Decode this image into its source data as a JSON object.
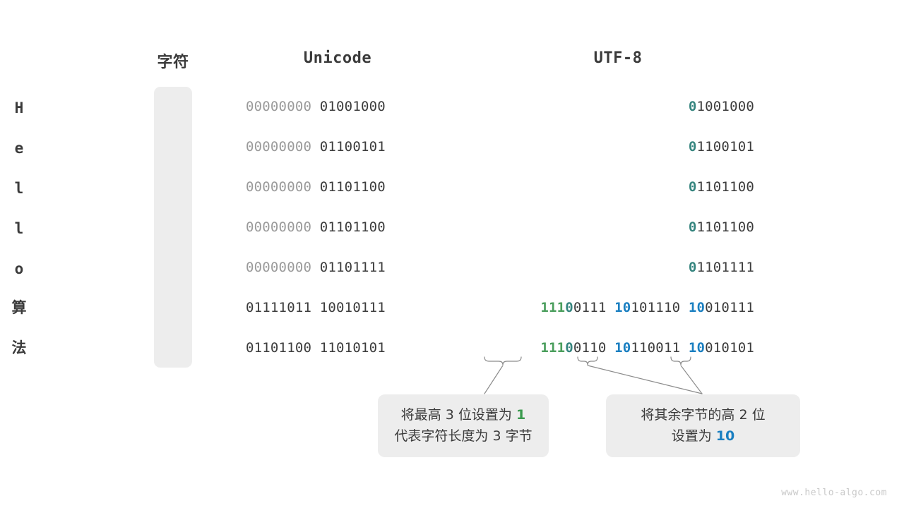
{
  "headers": {
    "character": "字符",
    "unicode": "Unicode",
    "utf8": "UTF-8"
  },
  "colors": {
    "dim_byte": "#9a9a9a",
    "dark_byte": "#3c3c3c",
    "teal_prefix": "#36857f",
    "green_prefix": "#4a9e5c",
    "blue_prefix": "#1a7fc1",
    "chip_background": "#ededed",
    "callout_background": "#ededed"
  },
  "rows": [
    {
      "char": "H",
      "unicode_high": "00000000",
      "unicode_low": "01001000",
      "utf8_b1_prefix": "0",
      "utf8_b1_rest": "1001000",
      "utf8_b2_prefix": "",
      "utf8_b2_rest": "",
      "utf8_b3_prefix": "",
      "utf8_b3_rest": ""
    },
    {
      "char": "e",
      "unicode_high": "00000000",
      "unicode_low": "01100101",
      "utf8_b1_prefix": "0",
      "utf8_b1_rest": "1100101",
      "utf8_b2_prefix": "",
      "utf8_b2_rest": "",
      "utf8_b3_prefix": "",
      "utf8_b3_rest": ""
    },
    {
      "char": "l",
      "unicode_high": "00000000",
      "unicode_low": "01101100",
      "utf8_b1_prefix": "0",
      "utf8_b1_rest": "1101100",
      "utf8_b2_prefix": "",
      "utf8_b2_rest": "",
      "utf8_b3_prefix": "",
      "utf8_b3_rest": ""
    },
    {
      "char": "l",
      "unicode_high": "00000000",
      "unicode_low": "01101100",
      "utf8_b1_prefix": "0",
      "utf8_b1_rest": "1101100",
      "utf8_b2_prefix": "",
      "utf8_b2_rest": "",
      "utf8_b3_prefix": "",
      "utf8_b3_rest": ""
    },
    {
      "char": "o",
      "unicode_high": "00000000",
      "unicode_low": "01101111",
      "utf8_b1_prefix": "0",
      "utf8_b1_rest": "1101111",
      "utf8_b2_prefix": "",
      "utf8_b2_rest": "",
      "utf8_b3_prefix": "",
      "utf8_b3_rest": ""
    },
    {
      "char": "算",
      "unicode_high": "01111011",
      "unicode_low": "10010111",
      "utf8_b1_prefix": "111",
      "utf8_b1_prefix2": "0",
      "utf8_b1_rest": "0111",
      "utf8_b2_prefix": "10",
      "utf8_b2_rest": "101110",
      "utf8_b3_prefix": "10",
      "utf8_b3_rest": "010111"
    },
    {
      "char": "法",
      "unicode_high": "01101100",
      "unicode_low": "11010101",
      "utf8_b1_prefix": "111",
      "utf8_b1_prefix2": "0",
      "utf8_b1_rest": "0110",
      "utf8_b2_prefix": "10",
      "utf8_b2_rest": "110011",
      "utf8_b3_prefix": "10",
      "utf8_b3_rest": "010101"
    }
  ],
  "callouts": [
    {
      "line1_before": "将最高 3 位设置为 ",
      "line1_highlight": "1",
      "line2": "代表字符长度为 3 字节"
    },
    {
      "line1_before": "将其余字节的高 2 位",
      "line1_highlight": "",
      "line2_before": "设置为 ",
      "line2_highlight": "10"
    }
  ],
  "watermark": "www.hello-algo.com"
}
